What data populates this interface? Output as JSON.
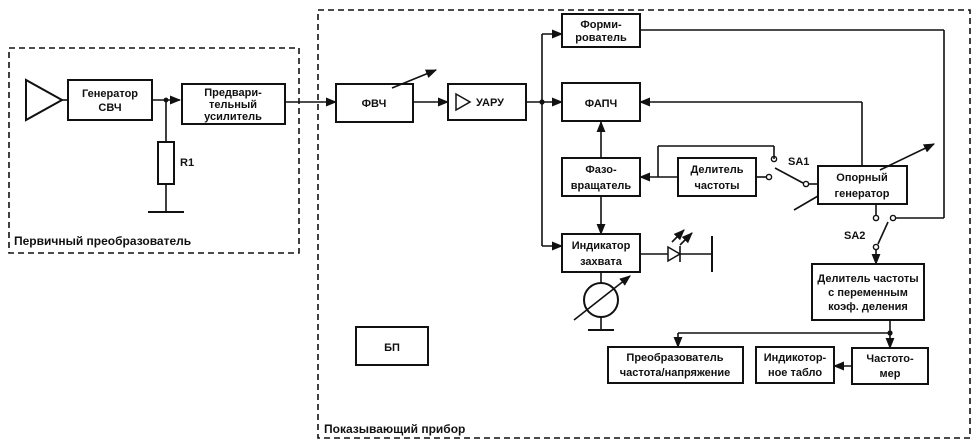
{
  "diagram": {
    "primary_converter": "Первичный преобразователь",
    "indicating_device": "Показывающий прибор",
    "blocks": {
      "generator": [
        "Генератор",
        "СВЧ"
      ],
      "preamp": [
        "Предвари-",
        "тельный",
        "усилитель"
      ],
      "hpf": "ФВЧ",
      "agc": "УАРУ",
      "former": [
        "Форми-",
        "рователь"
      ],
      "pll": "ФАПЧ",
      "phase_shifter": [
        "Фазо-",
        "вращатель"
      ],
      "divider": [
        "Делитель",
        "частоты"
      ],
      "reference": [
        "Опорный",
        "генератор"
      ],
      "lock_indicator": [
        "Индикатор",
        "захвата"
      ],
      "var_divider": [
        "Делитель частоты",
        "с переменным",
        "коэф. деления"
      ],
      "converter": [
        "Преобразователь",
        "частота/напряжение"
      ],
      "display": [
        "Индикотор-",
        "ное табло"
      ],
      "freq_meter": [
        "Частото-",
        "мер"
      ],
      "psu": "БП"
    },
    "labels": {
      "r1": "R1",
      "sa1": "SA1",
      "sa2": "SA2"
    }
  }
}
